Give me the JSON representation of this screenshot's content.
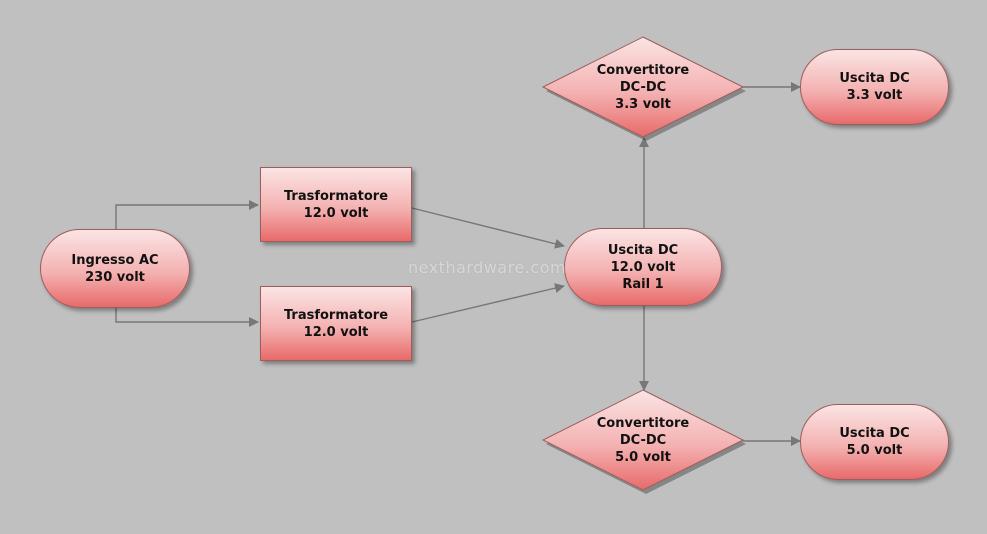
{
  "nodes": {
    "ingresso_ac": {
      "line1": "Ingresso AC",
      "line2": "230 volt"
    },
    "trasformatore_top": {
      "line1": "Trasformatore",
      "line2": "12.0 volt"
    },
    "trasformatore_bottom": {
      "line1": "Trasformatore",
      "line2": "12.0 volt"
    },
    "uscita_dc_12": {
      "line1": "Uscita DC",
      "line2": "12.0 volt",
      "line3": "Rail 1"
    },
    "convertitore_33": {
      "line1": "Convertitore",
      "line2": "DC-DC",
      "line3": "3.3 volt"
    },
    "convertitore_50": {
      "line1": "Convertitore",
      "line2": "DC-DC",
      "line3": "5.0 volt"
    },
    "uscita_dc_33": {
      "line1": "Uscita DC",
      "line2": "3.3 volt"
    },
    "uscita_dc_50": {
      "line1": "Uscita DC",
      "line2": "5.0 volt"
    }
  },
  "watermark": "nexthardware.com",
  "colors": {
    "background": "#c0c0c0",
    "node_fill_top": "#fbe4e4",
    "node_fill_bottom": "#e86a6a",
    "connector": "#777777"
  }
}
